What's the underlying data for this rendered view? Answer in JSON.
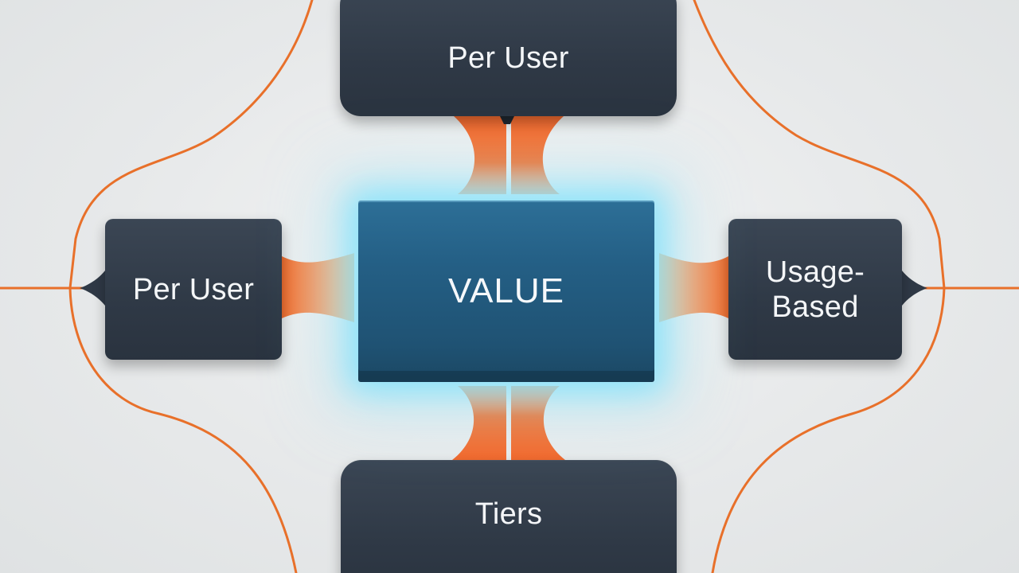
{
  "center": {
    "label": "VALUE"
  },
  "nodes": {
    "top": "Per User",
    "left": "Per User",
    "right": "Usage-\nBased",
    "bottom": "Tiers"
  },
  "colors": {
    "background": "#e7e9ea",
    "node_fill": "#323c49",
    "center_fill": "#245f85",
    "center_glow": "#5adcff",
    "connector_orange": "#f26a2a",
    "outline_orange": "#e8702a",
    "label_text": "#f4f6f8"
  }
}
